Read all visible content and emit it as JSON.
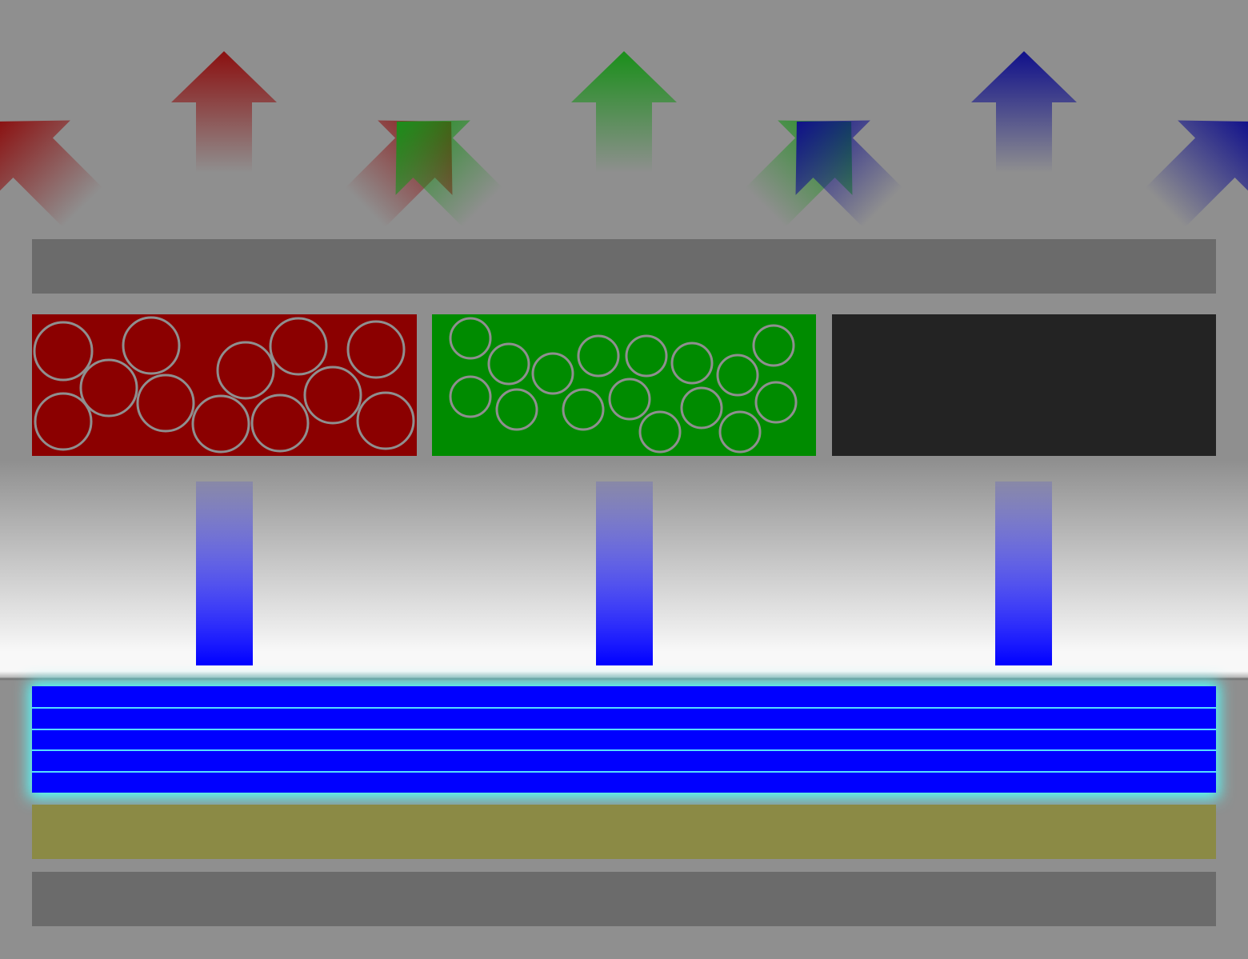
{
  "colors": {
    "background": "#8f8f8f",
    "glass_layer": "#6b6b6b",
    "red_subpixel": "#8b0000",
    "green_subpixel": "#008b00",
    "blue_subpixel_dark": "#232323",
    "qd_outline": "#8f8f8f",
    "blue_light": "#0000ff",
    "blue_led_layer": "#0000ff",
    "blue_led_glow": "#55ffff",
    "reflector_layer": "#8b8a45",
    "red_emission": "#8b1010",
    "green_emission": "#1a8f1a",
    "blue_emission": "#10108b"
  },
  "arrow_groups": [
    {
      "name": "red",
      "color": "#8b1010"
    },
    {
      "name": "green",
      "color": "#1a8f1a"
    },
    {
      "name": "blue",
      "color": "#10108b"
    }
  ],
  "subpixels": [
    {
      "name": "red-quantum-dot-subpixel",
      "fill": "#8b0000",
      "has_dots": true
    },
    {
      "name": "green-quantum-dot-subpixel",
      "fill": "#008b00",
      "has_dots": true
    },
    {
      "name": "blue-transparent-subpixel",
      "fill": "#232323",
      "has_dots": false
    }
  ]
}
